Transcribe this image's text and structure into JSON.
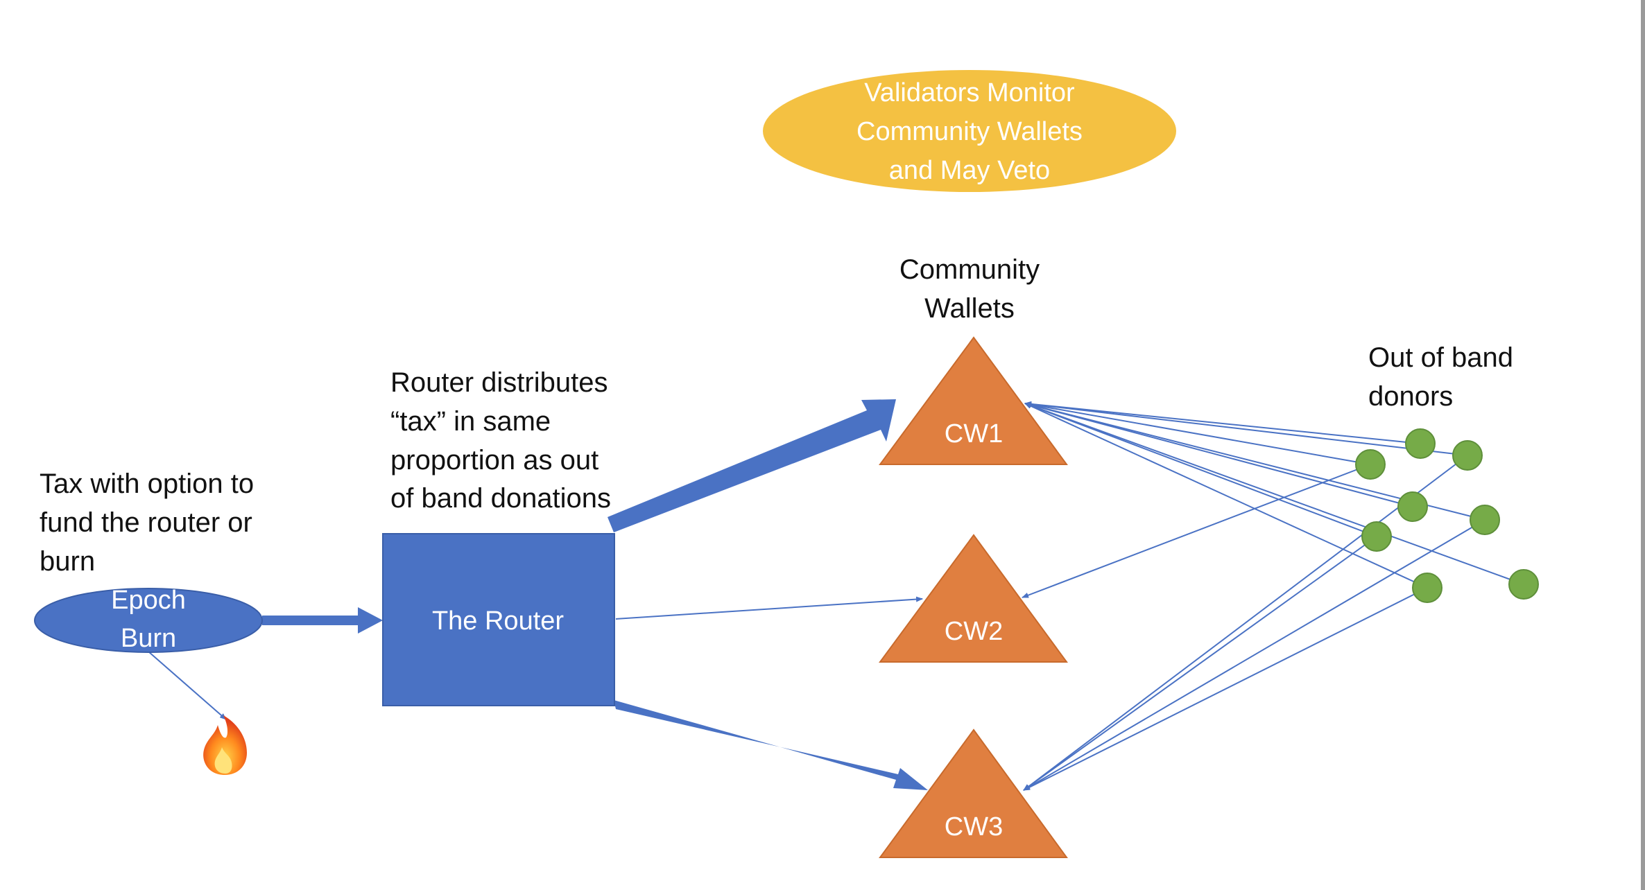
{
  "validators_note": {
    "lines": [
      "Validators Monitor",
      "Community Wallets",
      "and May Veto"
    ]
  },
  "community_wallets_label": {
    "lines": [
      "Community",
      "Wallets"
    ]
  },
  "router_description": {
    "lines": [
      "Router distributes",
      "“tax” in same",
      "proportion as out",
      "of band donations"
    ]
  },
  "tax_description": {
    "lines": [
      "Tax with option to",
      "fund the router or",
      "burn"
    ]
  },
  "epoch_burn": {
    "lines": [
      "Epoch",
      "Burn"
    ]
  },
  "router": {
    "label": "The Router"
  },
  "wallets": [
    {
      "label": "CW1"
    },
    {
      "label": "CW2"
    },
    {
      "label": "CW3"
    }
  ],
  "donors_label": {
    "lines": [
      "Out of band",
      "donors"
    ]
  },
  "burn_icon": "fire-icon",
  "colors": {
    "blue": "#4a72c4",
    "orange": "#e07f40",
    "yellow": "#f4c142",
    "green": "#76ab48",
    "line": "#4a72c4"
  }
}
